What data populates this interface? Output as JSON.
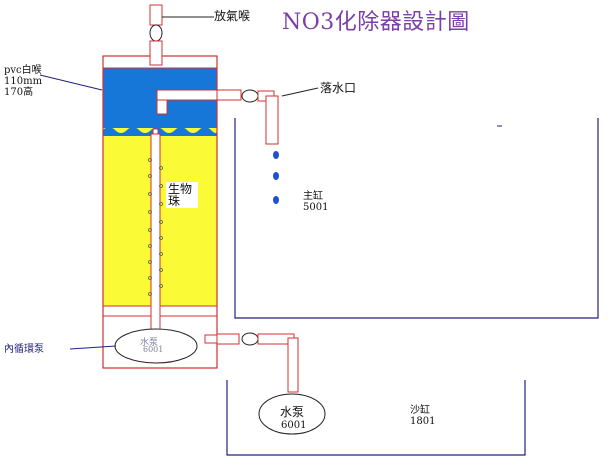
{
  "title": "NO3化除器設計圖",
  "labels": {
    "vent": "放氣喉",
    "pvc_pipe": "pvc白喉",
    "pipe_diameter": "110mm",
    "pipe_height": "170高",
    "outlet": "落水口",
    "bio_balls_line1": "生物",
    "bio_balls_line2": "珠",
    "main_tank_name": "主缸",
    "main_tank_model": "5001",
    "internal_pump": "內循環泵",
    "inner_pump_name": "水泵",
    "inner_pump_model": "6001",
    "water_pump_name": "水泵",
    "water_pump_model": "6001",
    "sump_name": "沙缸",
    "sump_model": "1801"
  },
  "colors": {
    "title": "#7a3fa8",
    "water": "#1677d8",
    "bio_media": "#fafb36",
    "pipe": "#e03030",
    "tank_outline": "#202080",
    "drip": "#1f4fd6"
  },
  "drops_count": 3
}
